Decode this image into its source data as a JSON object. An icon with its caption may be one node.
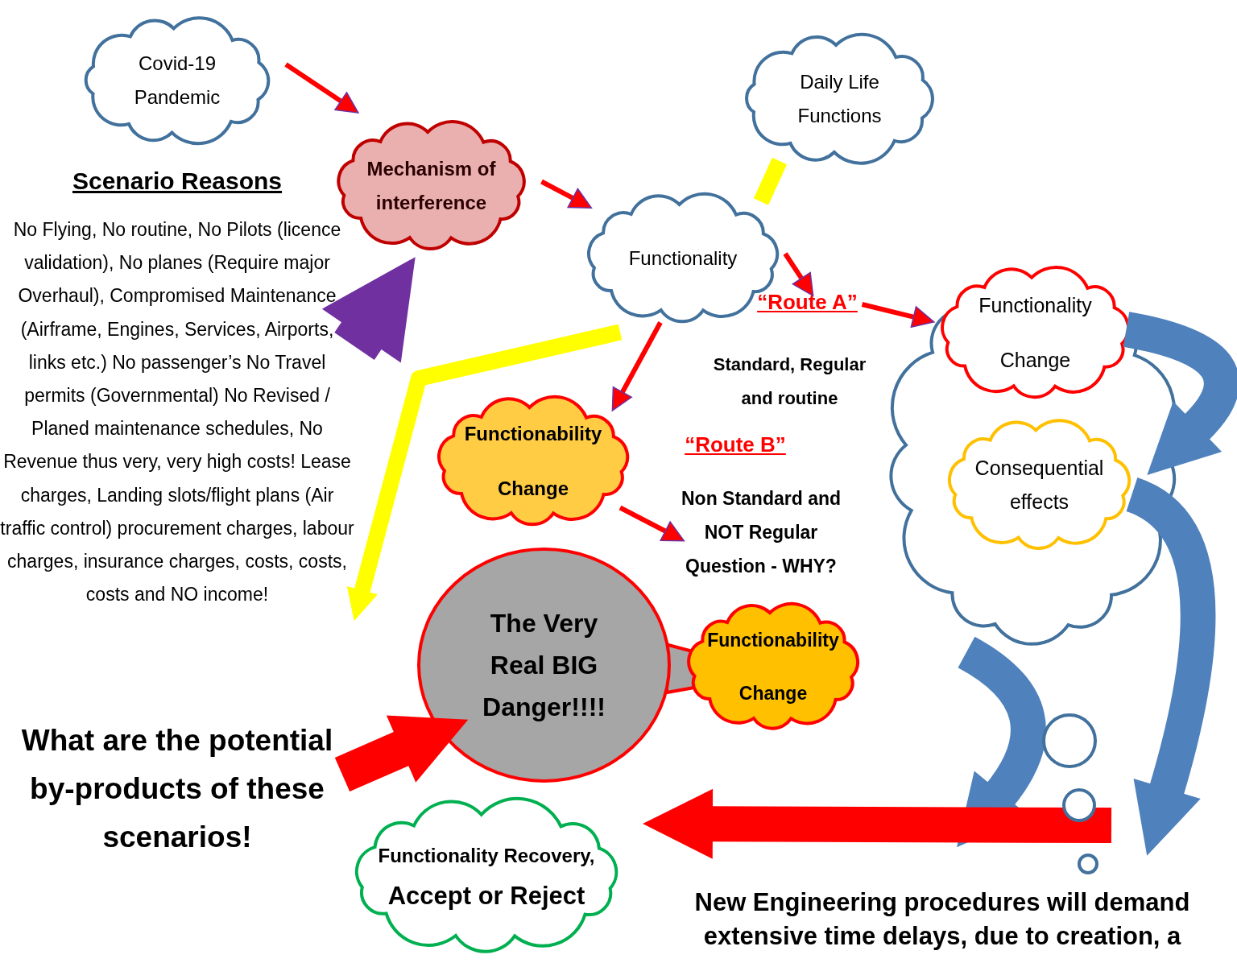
{
  "diagram": {
    "nodes": [
      {
        "text": [
          "Covid-19 Pandemic"
        ]
      },
      {
        "text": [
          "Scenario Reasons",
          "No Flying, No routine, No Pilots (licence validation), No planes (Require major Overhaul), Compromised Maintenance (Airframe, Engines, Services, Airports, links etc.) No passenger’s No Travel permits (Governmental) No Revised / Planed maintenance schedules, No Revenue thus very, very high costs!  Lease charges, Landing slots/flight plans (Air traffic control) procurement charges, labour charges, insurance charges, costs, costs, costs and NO income!"
        ]
      },
      {
        "text": [
          "Mechanism of interference"
        ]
      },
      {
        "text": [
          "Daily Life Functions"
        ]
      },
      {
        "text": [
          "Functionality"
        ]
      },
      {
        "text": [
          "“Route A”"
        ]
      },
      {
        "text": [
          "Functionability Change"
        ]
      },
      {
        "text": [],
        "shape": "cloud"
      },
      {
        "text": [
          "Functionality Change"
        ],
        "in": 7
      },
      {
        "text": [
          "Consequential effects"
        ],
        "in": 7
      },
      {
        "text": [
          "Non Standard and NOT Regular Question - WHY?"
        ]
      },
      {
        "text": [
          "The Very Real BIG Danger!!!!"
        ]
      },
      {
        "text": [
          "Functionability Change"
        ]
      },
      {
        "text": [
          "What are the potential by-products of these scenarios!"
        ]
      },
      {
        "text": [
          "Functionality Recovery,",
          "Accept or Reject"
        ]
      }
    ],
    "edges": [
      {
        "from": 0,
        "to": 2,
        "arrow": "to"
      },
      {
        "from": 1,
        "to": 2,
        "arrow": "to",
        "style": "thick",
        "color": "#7030a0"
      },
      {
        "from": 2,
        "to": 4,
        "arrow": "to"
      },
      {
        "from": 3,
        "to": 4,
        "arrow": "none",
        "color": "#ffff00"
      },
      {
        "from": 4,
        "to": 1,
        "arrow": "to",
        "color": "#ffff00"
      },
      {
        "from": 4,
        "to": 5,
        "arrow": "to"
      },
      {
        "from": 5,
        "to": 8,
        "arrow": "to"
      },
      {
        "from": 4,
        "to": 6,
        "arrow": "to"
      },
      {
        "from": 6,
        "to": 10,
        "arrow": "to"
      },
      {
        "from": 13,
        "to": 11,
        "arrow": "to",
        "style": "thick"
      },
      {
        "from": 8,
        "to": 9,
        "arrow": "to",
        "style": "thick",
        "color": "#4f81bd"
      },
      {
        "from": 9,
        "to": null,
        "arrow": "to",
        "style": "thick",
        "color": "#4f81bd"
      },
      {
        "from": 7,
        "to": null,
        "arrow": "to",
        "style": "thick",
        "color": "#4f81bd"
      },
      {
        "from": null,
        "to": 14,
        "arrow": "to",
        "style": "thick"
      }
    ],
    "labels": [
      "Standard, Regular and routine",
      "“Route B”",
      "New Engineering procedures will demand extensive time delays, due to creation, a"
    ]
  }
}
